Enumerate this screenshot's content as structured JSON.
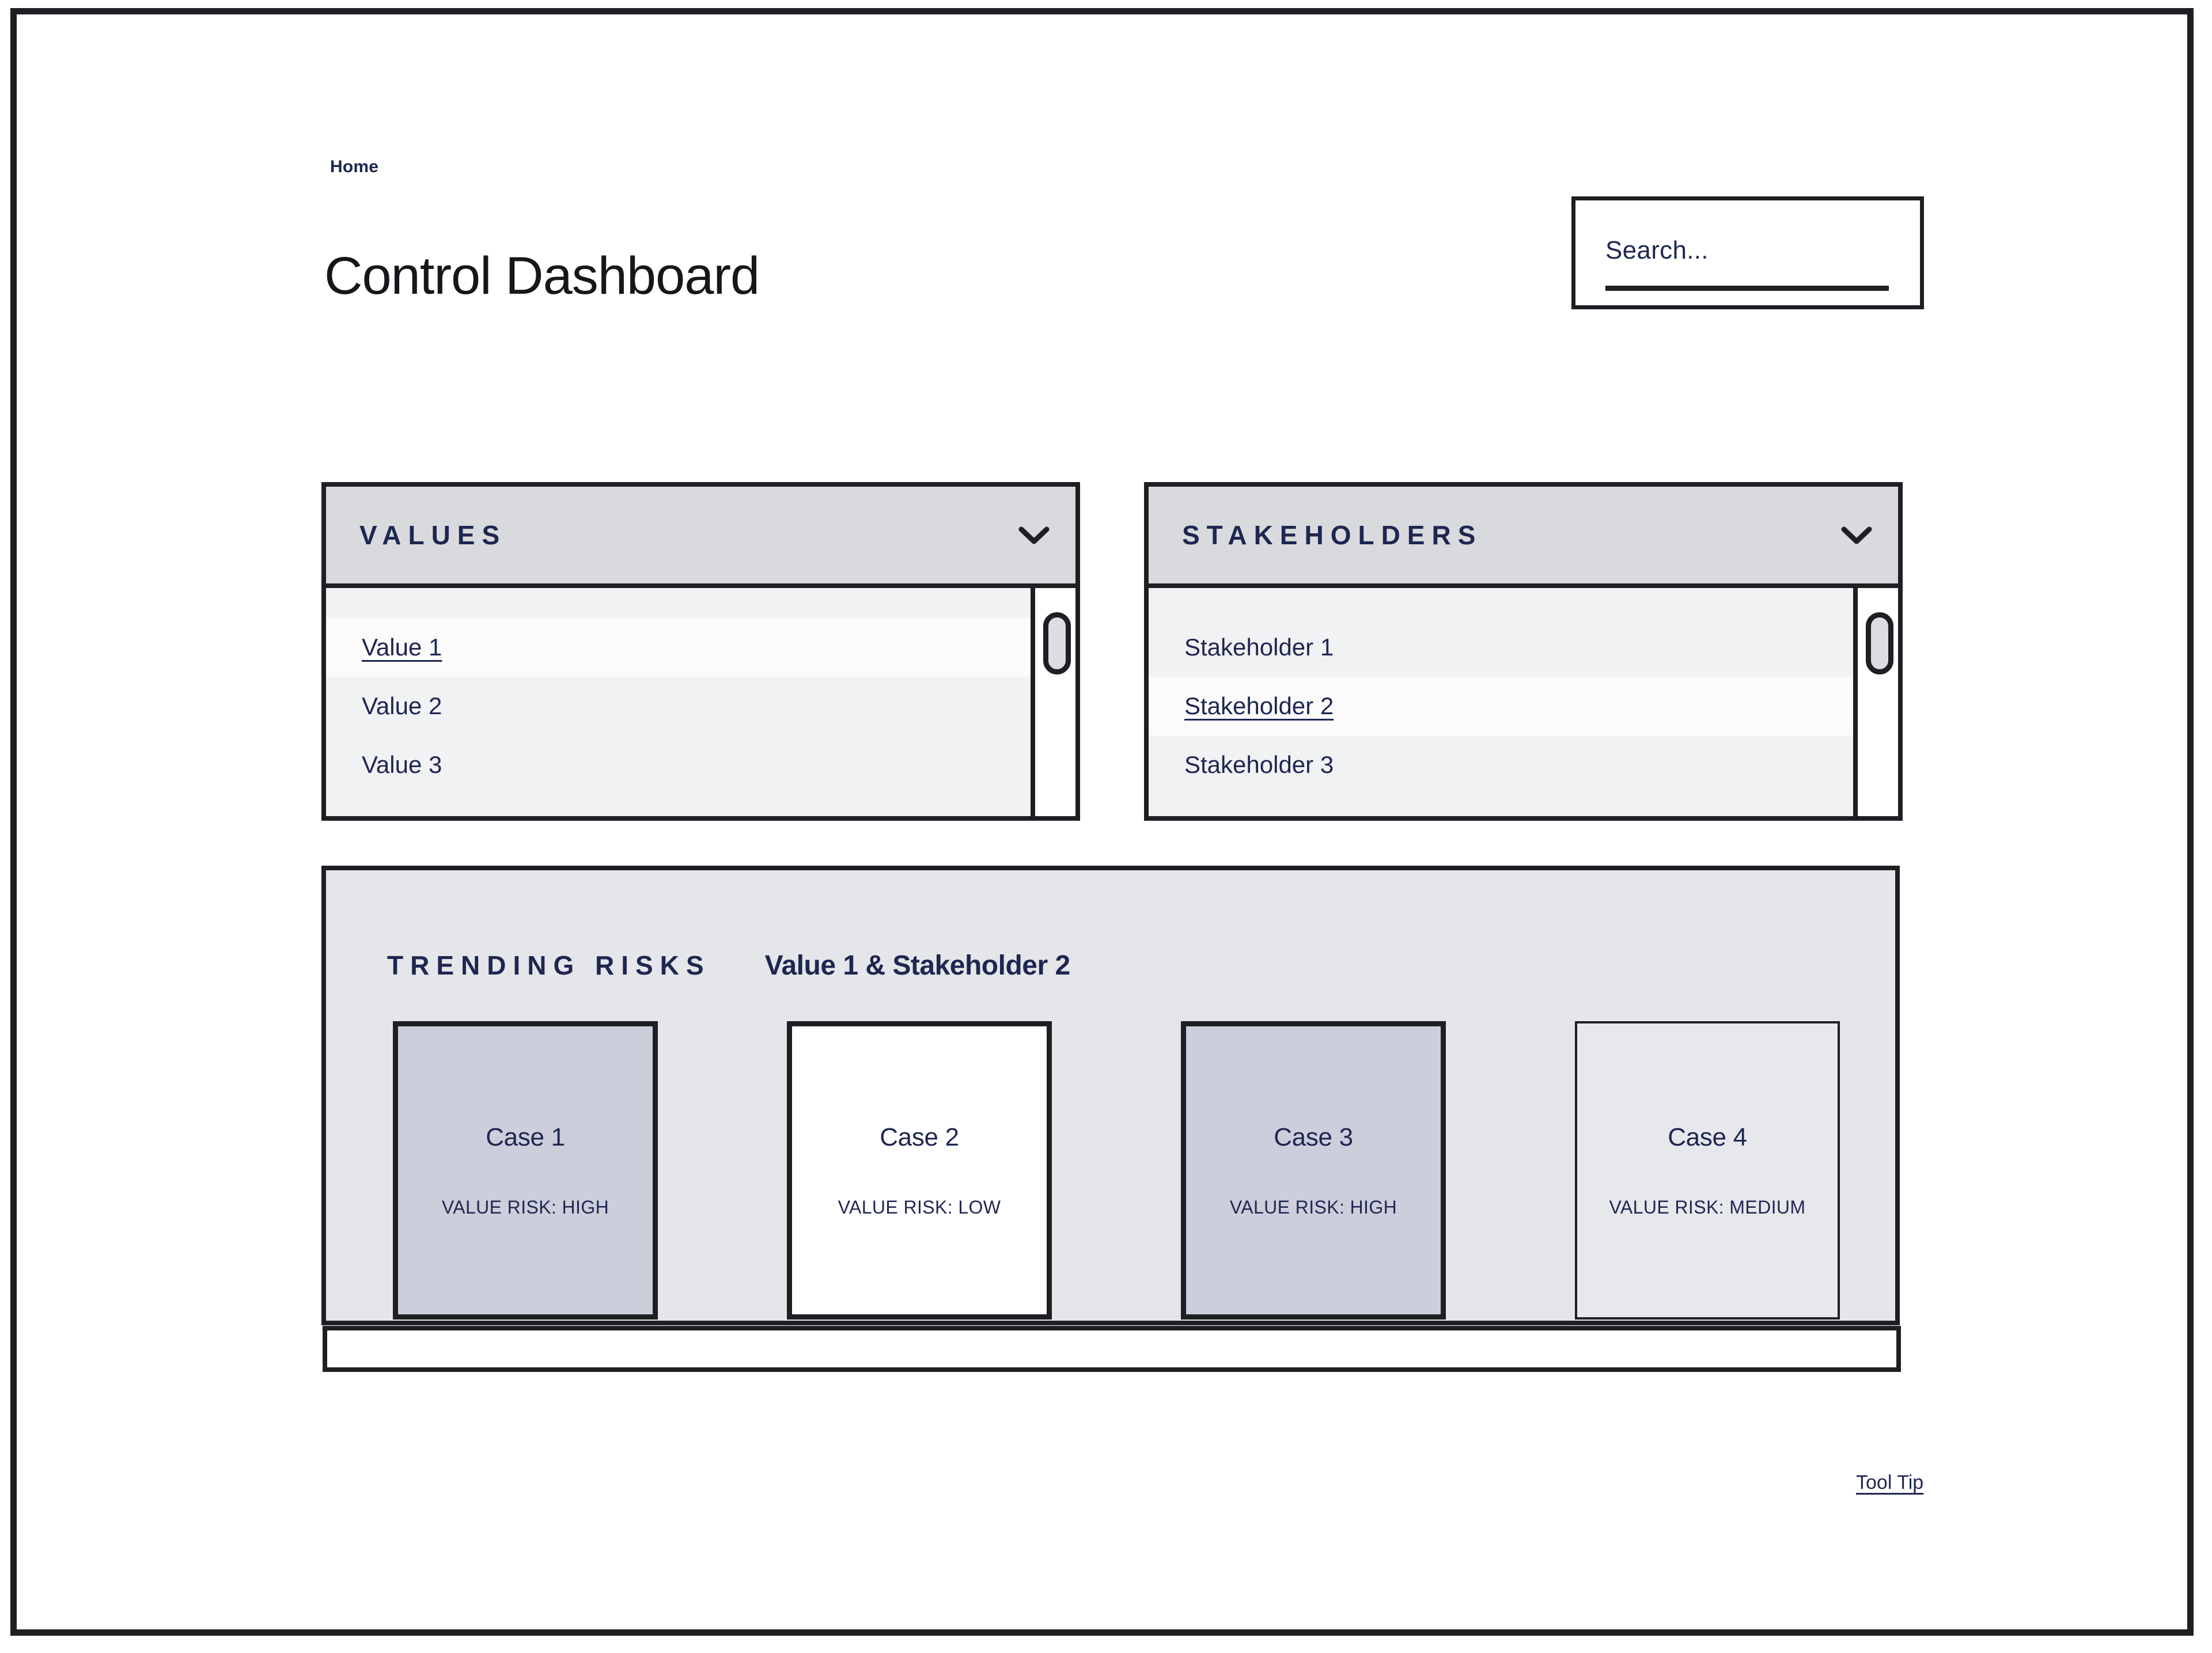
{
  "header": {
    "breadcrumb": "Home",
    "title": "Control Dashboard"
  },
  "search": {
    "placeholder": "Search...",
    "value": ""
  },
  "panels": [
    {
      "id": "values",
      "title": "VALUES",
      "chevron_icon": "chevron-down-icon",
      "items": [
        {
          "label": "Value 1",
          "selected": true
        },
        {
          "label": "Value 2",
          "selected": false
        },
        {
          "label": "Value 3",
          "selected": false
        }
      ]
    },
    {
      "id": "stakeholders",
      "title": "STAKEHOLDERS",
      "chevron_icon": "chevron-down-icon",
      "items": [
        {
          "label": "Stakeholder 1",
          "selected": false
        },
        {
          "label": "Stakeholder 2",
          "selected": true
        },
        {
          "label": "Stakeholder 3",
          "selected": false
        }
      ]
    }
  ],
  "trending_risks": {
    "title": "TRENDING RISKS",
    "subtitle": "Value 1 & Stakeholder 2",
    "cards": [
      {
        "title": "Case 1",
        "risk_label": "VALUE RISK: HIGH",
        "risk_level": "high"
      },
      {
        "title": "Case 2",
        "risk_label": "VALUE RISK: LOW",
        "risk_level": "low"
      },
      {
        "title": "Case 3",
        "risk_label": "VALUE RISK: HIGH",
        "risk_level": "high"
      },
      {
        "title": "Case 4",
        "risk_label": "VALUE RISK: MEDIUM",
        "risk_level": "medium"
      }
    ]
  },
  "footer": {
    "tooltip_label": "Tool Tip"
  },
  "colors": {
    "accent_navy": "#1d2750",
    "ink": "#1d1f23",
    "panel_header_bg": "#d9dade",
    "panel_list_bg": "#f1f2f4",
    "selected_row_bg": "#fbfbfc",
    "risks_panel_bg": "#e4e6ea",
    "risk_high_fill": "#cdcedb",
    "risk_low_fill": "#ffffff",
    "risk_medium_fill": "#e7e8ec"
  }
}
